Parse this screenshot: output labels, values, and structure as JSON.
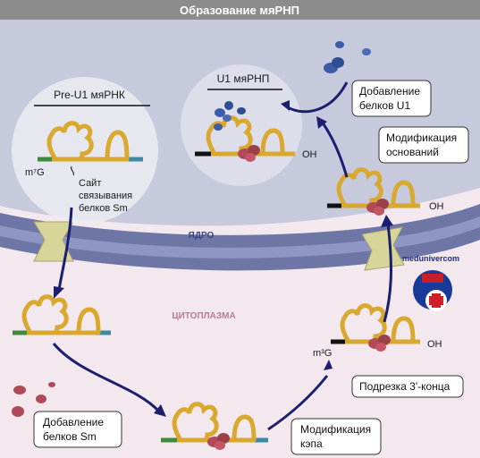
{
  "title": "Образование мяРНП",
  "labels": {
    "pre_u1": "Pre-U1 мяРНК",
    "u1": "U1 мяРНП",
    "m7g": "m⁷G",
    "m3g": "m³G",
    "oh": "OH",
    "sm_site": [
      "Сайт",
      "связывания",
      "белков Sm"
    ],
    "nucleus": "ЯДРО",
    "cytoplasm": "ЦИТОПЛАЗМА",
    "watermark": "medunivercom"
  },
  "steps": {
    "add_sm": [
      "Добавление",
      "белков Sm"
    ],
    "cap_mod": [
      "Модификация",
      "кэпа"
    ],
    "trim_3": [
      "Подрезка 3'-конца"
    ],
    "base_mod": [
      "Модификация",
      "оснований"
    ],
    "add_u1": [
      "Добавление",
      "белков U1"
    ]
  },
  "colors": {
    "title_bar": "#8c8c8c",
    "nucleus_bg": "#c7c9dd",
    "cytoplasm_bg": "#f3e8ee",
    "membrane": "#6e76a6",
    "pore": "#d8d59a",
    "rna": "#d8a92e",
    "arrow": "#1c1f6e",
    "sm_protein": "#b14a58",
    "u1_protein": "#3b5ca8",
    "seg_green": "#3f8a3c",
    "seg_teal": "#3e8aa3",
    "seg_black": "#111111"
  }
}
